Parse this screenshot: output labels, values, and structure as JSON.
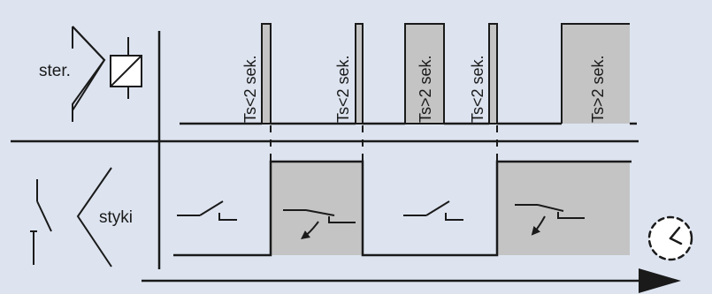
{
  "labels": {
    "control": "ster.",
    "contacts": "styki"
  },
  "pulses": [
    {
      "label": "Ts<2 sek."
    },
    {
      "label": "Ts<2 sek."
    },
    {
      "label": "Ts>2 sek."
    },
    {
      "label": "Ts<2 sek."
    },
    {
      "label": "Ts>2 sek."
    }
  ],
  "colors": {
    "background": "#dde4f0",
    "gray_fill": "#c4c4c4",
    "line": "#1a1a1a"
  },
  "icons": [
    "relay-coil-icon",
    "contact-symbol-icon",
    "clock-icon",
    "time-arrow-icon"
  ]
}
